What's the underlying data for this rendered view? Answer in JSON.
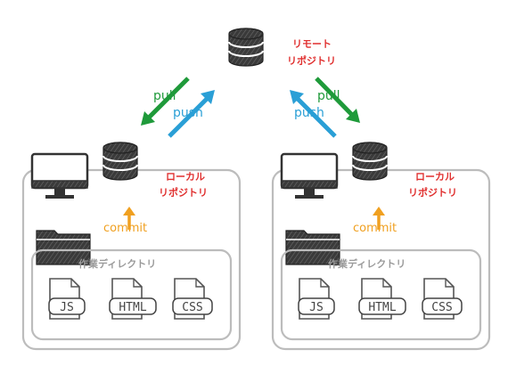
{
  "remote": {
    "label_line1": "リモート",
    "label_line2": "リポジトリ"
  },
  "flows": {
    "pull": "pull",
    "push": "push",
    "commit": "commit"
  },
  "local": {
    "label_line1": "ローカル",
    "label_line2": "リポジトリ"
  },
  "working_dir": {
    "label": "作業ディレクトリ"
  },
  "files": [
    "JS",
    "HTML",
    "CSS"
  ],
  "colors": {
    "pull": "#1f9a3a",
    "push": "#2a9fd6",
    "commit": "#f0a020",
    "repo_label": "#e0302f",
    "box": "#bcbcbc"
  },
  "icons": {
    "repository": "database-icon",
    "computer": "monitor-icon",
    "folder": "folder-icon",
    "file": "document-icon"
  }
}
